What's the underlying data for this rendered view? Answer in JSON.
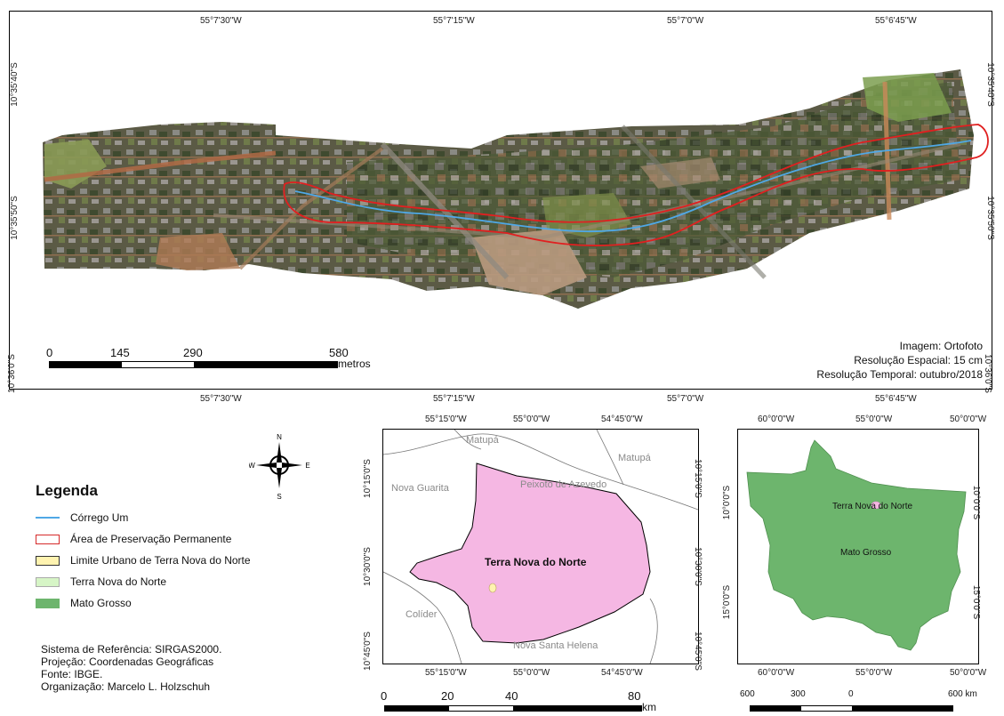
{
  "main_map": {
    "top_coords": [
      "55°7'30\"W",
      "55°7'15\"W",
      "55°7'0\"W",
      "55°6'45\"W"
    ],
    "bottom_coords": [
      "55°7'30\"W",
      "55°7'15\"W",
      "55°7'0\"W",
      "55°6'45\"W"
    ],
    "left_coords": [
      "10°35'40\"S",
      "10°35'50\"S",
      "10°36'0\"S"
    ],
    "right_coords": [
      "10°35'40\"S",
      "10°35'50\"S",
      "10°36'0\"S"
    ],
    "scale": {
      "ticks": [
        "0",
        "145",
        "290",
        "580"
      ],
      "unit": "metros"
    },
    "image_info": [
      "Imagem: Ortofoto",
      "Resolução Espacial: 15 cm",
      "Resolução Temporal: outubro/2018"
    ]
  },
  "north_arrow": {
    "n": "N",
    "s": "S",
    "e": "E",
    "w": "W"
  },
  "legend": {
    "title": "Legenda",
    "items": [
      {
        "label": "Córrego Um",
        "kind": "line",
        "color": "#4fa8e6"
      },
      {
        "label": "Área de Preservação Permanente",
        "kind": "box",
        "color": "#d62b2b"
      },
      {
        "label": "Limite Urbano de Terra Nova do Norte",
        "kind": "fill",
        "color": "#fff3b0"
      },
      {
        "label": "Terra Nova do Norte",
        "kind": "fill",
        "color": "#d6f5c6"
      },
      {
        "label": "Mato Grosso",
        "kind": "fill",
        "color": "#6db56d"
      }
    ]
  },
  "metadata": [
    "Sistema de Referência: SIRGAS2000.",
    "Projeção: Coordenadas Geográficas",
    "Fonte: IBGE.",
    "Organização: Marcelo L. Holzschuh"
  ],
  "municipality_map": {
    "top_coords": [
      "55°15'0\"W",
      "55°0'0\"W",
      "54°45'0\"W"
    ],
    "bottom_coords": [
      "55°15'0\"W",
      "55°0'0\"W",
      "54°45'0\"W"
    ],
    "left_coords": [
      "10°15'0\"S",
      "10°30'0\"S",
      "10°45'0\"S"
    ],
    "right_coords": [
      "10°15'0\"S",
      "10°30'0\"S",
      "10°45'0\"S"
    ],
    "places": [
      "Matupá",
      "Matupá",
      "Nova Guarita",
      "Peixoto de Azevedo",
      "Colíder",
      "Nova Santa Helena"
    ],
    "main_label": "Terra Nova do Norte",
    "scale": {
      "ticks": [
        "0",
        "20",
        "40",
        "80"
      ],
      "unit": "km"
    }
  },
  "state_map": {
    "top_coords": [
      "60°0'0\"W",
      "55°0'0\"W",
      "50°0'0\"W"
    ],
    "bottom_coords": [
      "60°0'0\"W",
      "55°0'0\"W",
      "50°0'0\"W"
    ],
    "right_coords": [
      "10°0'0\"S",
      "15°0'0\"S"
    ],
    "left_coords": [
      "10°0'0\"S",
      "15°0'0\"S"
    ],
    "place_label": "Terra Nova do Norte",
    "state_label": "Mato Grosso",
    "scale": {
      "ticks": [
        "600",
        "300",
        "0",
        "600 km"
      ]
    }
  },
  "colors": {
    "stream": "#4fa8e6",
    "app": "#d62b2b",
    "municipality": "#f5b7e3",
    "urban": "#fff3b0",
    "state": "#6db56d"
  }
}
